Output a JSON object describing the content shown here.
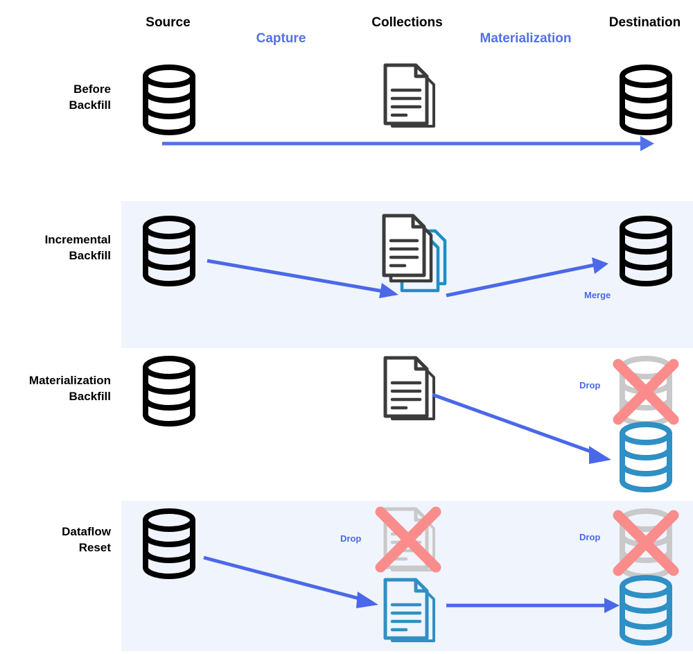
{
  "diagram": {
    "title_columns": [
      {
        "key": "source",
        "label": "Source"
      },
      {
        "key": "collections",
        "label": "Collections"
      },
      {
        "key": "destination",
        "label": "Destination"
      }
    ],
    "stage_labels": [
      {
        "key": "capture",
        "label": "Capture"
      },
      {
        "key": "materialization",
        "label": "Materialization"
      }
    ],
    "rows": [
      {
        "key": "before-backfill",
        "label_line1": "Before",
        "label_line2": "Backfill"
      },
      {
        "key": "incremental-backfill",
        "label_line1": "Incremental",
        "label_line2": "Backfill"
      },
      {
        "key": "materialization-backfill",
        "label_line1": "Materialization",
        "label_line2": "Backfill"
      },
      {
        "key": "dataflow-reset",
        "label_line1": "Dataflow",
        "label_line2": "Reset"
      }
    ],
    "annotations": {
      "merge": "Merge",
      "drop_materialization_destination": "Drop",
      "drop_dataflow_collection": "Drop",
      "drop_dataflow_destination": "Drop"
    },
    "colors": {
      "accent_blue": "#5271E8",
      "arrow_blue": "#4A68E8",
      "label_blue": "#4A68E8",
      "cyan_blue": "#2E90C4",
      "dropped_gray": "#C9C9C9",
      "x_salmon": "#FA8C8C",
      "icon_black": "#000000",
      "icon_dark": "#3C3C3C",
      "band_background": "#F0F4FD",
      "page_background": "#FFFFFF"
    },
    "icon_names": {
      "database": "database-cylinder-icon",
      "document": "document-pages-icon",
      "arrow": "arrow-right-icon",
      "cross": "cross-x-icon"
    }
  }
}
